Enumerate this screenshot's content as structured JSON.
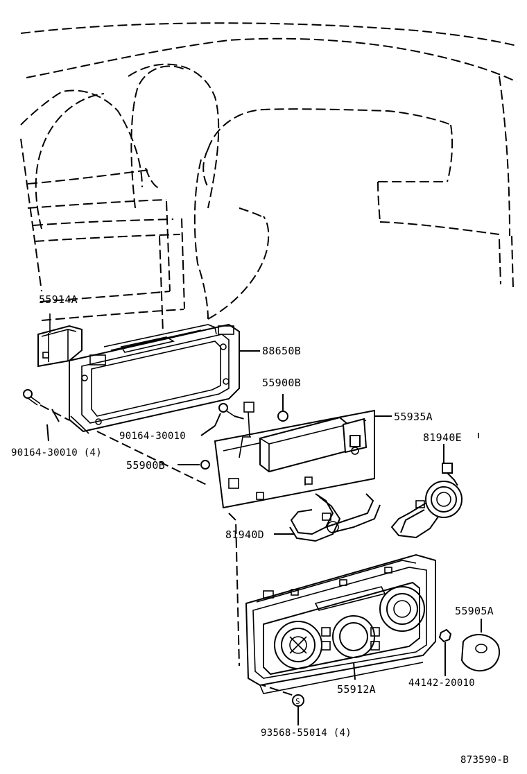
{
  "labels": {
    "p55914A": "55914A",
    "p88650B": "88650B",
    "p55900B_top": "55900B",
    "p55935A": "55935A",
    "p81940E": "81940E",
    "p90164_3": "90164-30010 (4)",
    "p90164": "90164-30010",
    "p55900B_mid": "55900B",
    "p81940D": "81940D",
    "p55905A": "55905A",
    "p44142": "44142-20010",
    "p55912A": "55912A",
    "p93568": "93568-55014 (4)",
    "catalog": "873590-B"
  }
}
